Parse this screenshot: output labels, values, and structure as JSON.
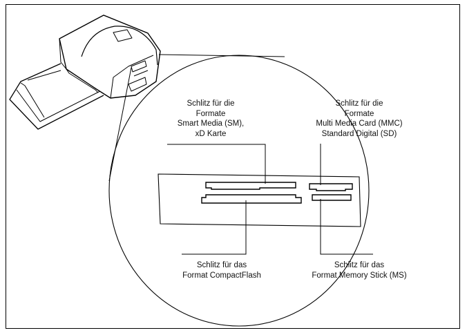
{
  "labels": {
    "smart_media": [
      "Schlitz für die",
      "Formate",
      "Smart Media (SM),",
      "xD Karte"
    ],
    "multi_media": [
      "Schlitz für die",
      "Formate",
      "Multi Media Card (MMC)",
      "Standard Digital (SD)"
    ],
    "compact_flash": [
      "Schlitz für das",
      "Format CompactFlash"
    ],
    "memory_stick": [
      "Schlitz für das",
      "Format Memory Stick (MS)"
    ]
  },
  "colors": {
    "line": "#000000",
    "background": "#ffffff",
    "text": "#111111"
  }
}
